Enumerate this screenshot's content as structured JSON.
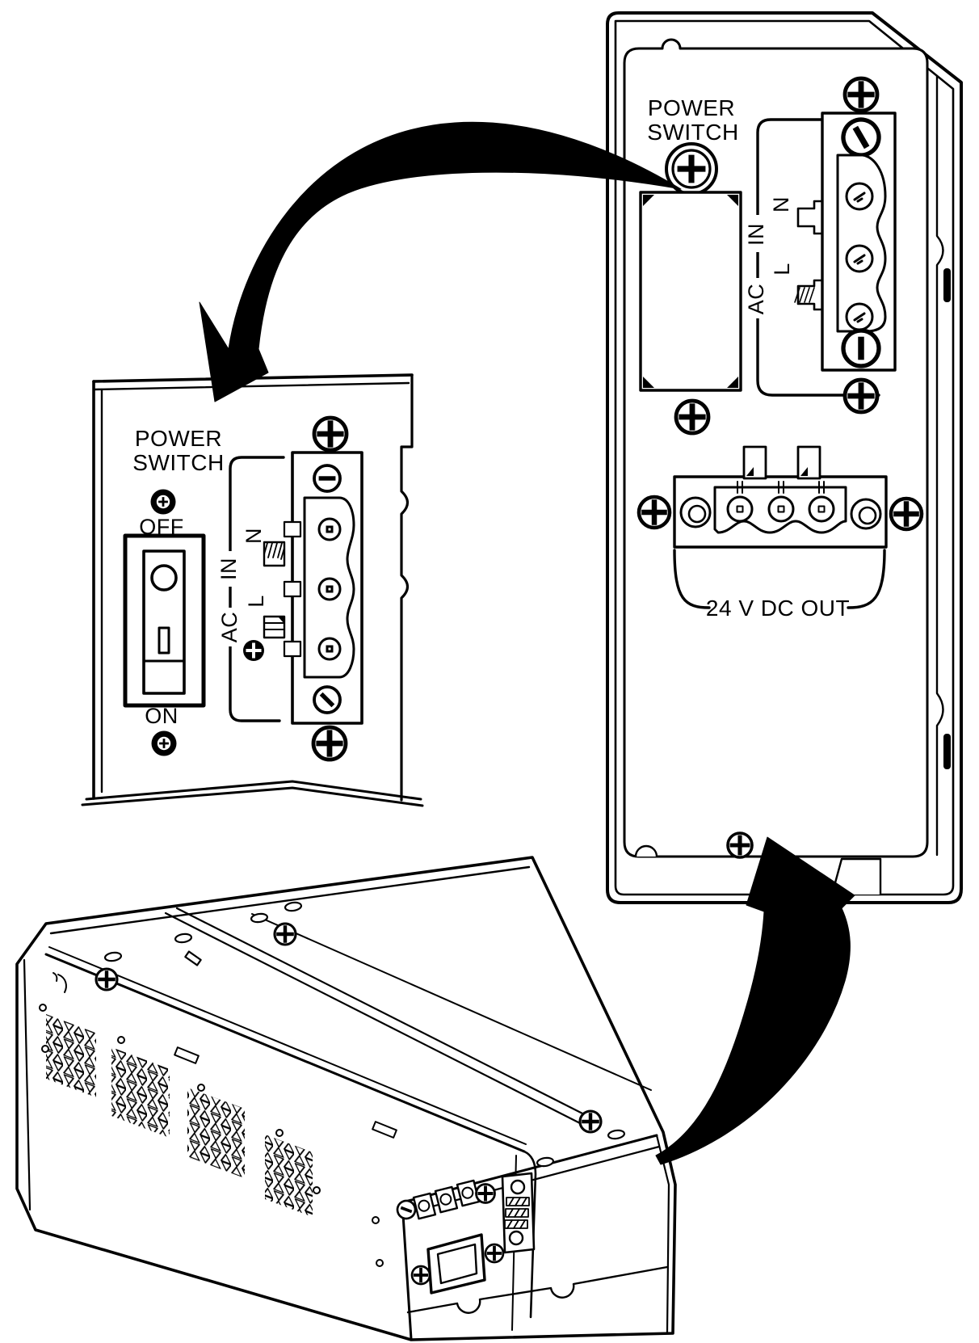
{
  "colors": {
    "ink": "#000000",
    "paper": "#ffffff"
  },
  "rear_view": {
    "power_switch_label": {
      "line1": "POWER",
      "line2": "SWITCH"
    },
    "ac_input": {
      "system": "AC",
      "direction": "IN",
      "live": "L",
      "neutral": "N"
    },
    "dc_output_label": "24 V DC OUT"
  },
  "detail_view": {
    "power_switch_label": {
      "line1": "POWER",
      "line2": "SWITCH"
    },
    "switch_positions": {
      "off": "OFF",
      "on": "ON"
    },
    "ac_input": {
      "system": "AC",
      "direction": "IN",
      "live": "L",
      "neutral": "N"
    }
  }
}
